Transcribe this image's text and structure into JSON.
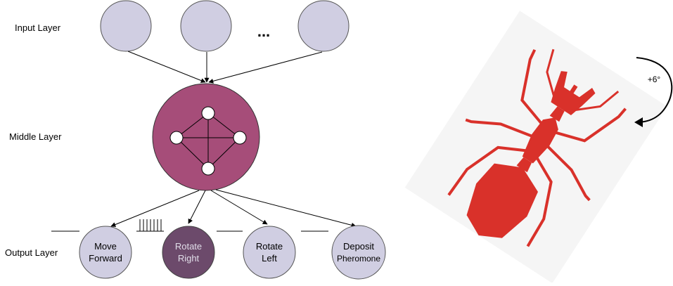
{
  "layers": {
    "input": "Input Layer",
    "middle": "Middle Layer",
    "output": "Output Layer"
  },
  "ellipsis": "...",
  "outputs": [
    {
      "line1": "Move",
      "line2": "Forward",
      "active": false
    },
    {
      "line1": "Rotate",
      "line2": "Right",
      "active": true
    },
    {
      "line1": "Rotate",
      "line2": "Left",
      "active": false
    },
    {
      "line1": "Deposit",
      "line2": "Pheromone",
      "active": false
    }
  ],
  "rotation_label": "+6°",
  "colors": {
    "input_node": "#d0cee2",
    "middle_node": "#a64d79",
    "active_output": "#6c4a6b",
    "ant": "#d9312a"
  }
}
